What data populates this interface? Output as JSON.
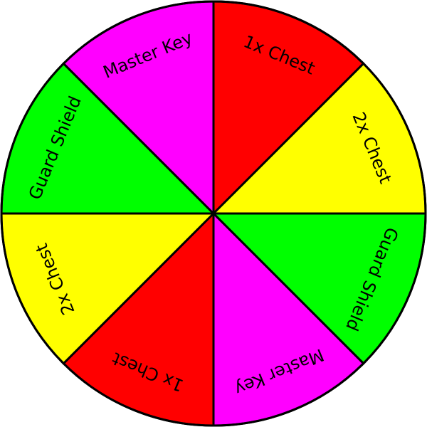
{
  "wheel": {
    "segments": [
      {
        "label": "1x Chest",
        "color": "#ff0000"
      },
      {
        "label": "2x Chest",
        "color": "#ffff00"
      },
      {
        "label": "Guard Shield",
        "color": "#00ff00"
      },
      {
        "label": "Master Key",
        "color": "#ff00ff"
      },
      {
        "label": "1x Chest",
        "color": "#ff0000"
      },
      {
        "label": "2x Chest",
        "color": "#ffff00"
      },
      {
        "label": "Guard Shield",
        "color": "#00ff00"
      },
      {
        "label": "Master Key",
        "color": "#ff00ff"
      }
    ]
  }
}
